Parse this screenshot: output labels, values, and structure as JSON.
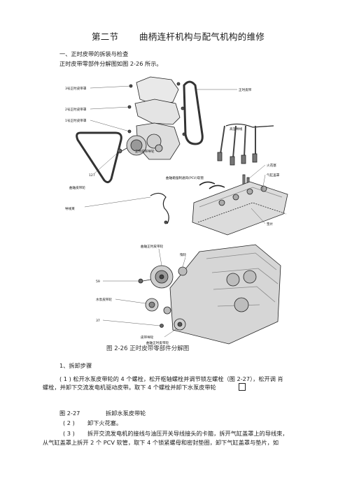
{
  "doc": {
    "section_no": "第二节",
    "section_title": "曲柄连杆机构与配气机构的维修",
    "sub1": "一、正时皮带的拆装与检查",
    "intro": "正时皮带零部件分解图如图 2-26 所示。",
    "fig_caption": "图 2-26 正时皮带零部件分解图",
    "steps_heading": "1、拆卸步骤",
    "p1_line1": "( 1 ) 松开水泵皮带轮的 4 个螺栓，松开枢轴螺栓并调节锁左螺栓（图 2-27），松开调 肖",
    "p1_line2": "螺栓，并卸下交流发电机驱动皮带。取下 4 个螺栓并卸下水泵皮带轮",
    "fig27_no": "图 2-27",
    "fig27_title": "拆卸水泵皮带轮",
    "p2_no": "( 2 )",
    "p2_text": "卸下火花塞。",
    "p3_no": "( 3 )",
    "p3_line1": "拆开交流发电机的接线与油压开关导线接头的卡箍，拆开气缸盖罩上的导线束，",
    "p3_line2": "从气缸盖罩上拆开 2 个 PCV 软管，取下 4 个锁紧螺母和密封垫圈，卸下气缸盖罩与垫片，如"
  },
  "figure_labels": {
    "no3_cover": "3号正时皮带罩",
    "no2_cover": "2号正时皮带罩",
    "no1_cover": "1号正时皮带罩",
    "timing_belt": "正时皮带",
    "ht_wires": "高压导线",
    "belt_guide": "正时皮带导轮",
    "num_127": "127",
    "crank_pulley": "曲轴皮带轮",
    "pcv_hose": "曲轴箱强制通风(PCV)软管",
    "spark_plug": "火花塞",
    "head_cover": "气缸盖罩",
    "harness": "导线束",
    "gasket": "垫片",
    "cam_pulley": "曲轴正时皮带轮",
    "idler": "惰轮",
    "num_59": "59",
    "water_pump_pulley": "水泵皮带轮",
    "num_37": "37",
    "belt_guide2": "皮带导轮",
    "crank_timing_pulley": "曲轴正时皮带轮"
  }
}
